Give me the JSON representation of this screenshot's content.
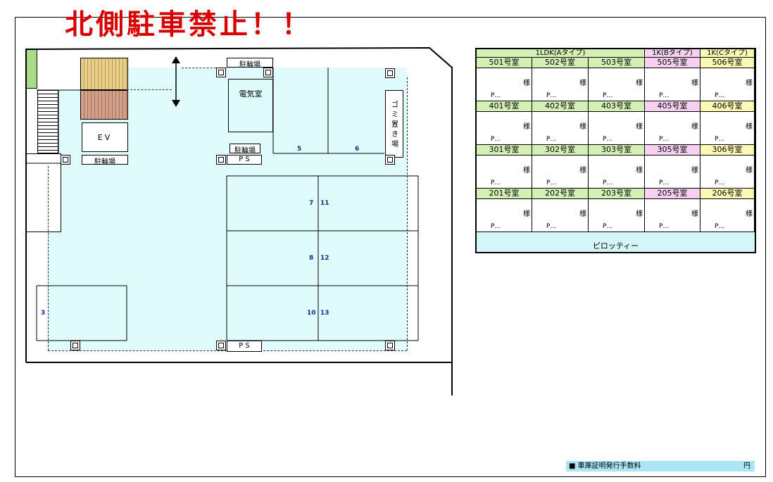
{
  "banner": {
    "title": "北側駐車禁止！！"
  },
  "floor_plan": {
    "bicycle_parking_1": "駐輪場",
    "bicycle_parking_2": "駐輪場",
    "bicycle_parking_3": "駐輪場",
    "electric_room": "電気室",
    "elevator": "EV",
    "garbage": "ゴミ置き場",
    "ps_upper": "P S",
    "ps_lower": "P S",
    "spaces": [
      "3",
      "5",
      "6",
      "7",
      "11",
      "8",
      "12",
      "10",
      "13"
    ]
  },
  "room_table": {
    "groups": [
      "1LDK(Aタイプ)",
      "1K(Bタイプ)",
      "1K(Cタイプ)"
    ],
    "floors": [
      {
        "rooms": [
          "501号室",
          "502号室",
          "503号室",
          "505号室",
          "506号室"
        ]
      },
      {
        "rooms": [
          "401号室",
          "402号室",
          "403号室",
          "405号室",
          "406号室"
        ]
      },
      {
        "rooms": [
          "301号室",
          "302号室",
          "303号室",
          "305号室",
          "306号室"
        ]
      },
      {
        "rooms": [
          "201号室",
          "202号室",
          "203号室",
          "205号室",
          "206号室"
        ]
      }
    ],
    "sama": "様",
    "p_label": "P…",
    "pilotis": "ピロッティー",
    "colors": {
      "typeA": "#d4f0b4",
      "typeB": "#f5d0f0",
      "typeC": "#fafab4",
      "pilotis": "#d4f6f8",
      "parking": "#e0fbfb"
    }
  },
  "footer": {
    "fee_label": "■ 車庫証明発行手数料",
    "fee_unit": "円"
  }
}
